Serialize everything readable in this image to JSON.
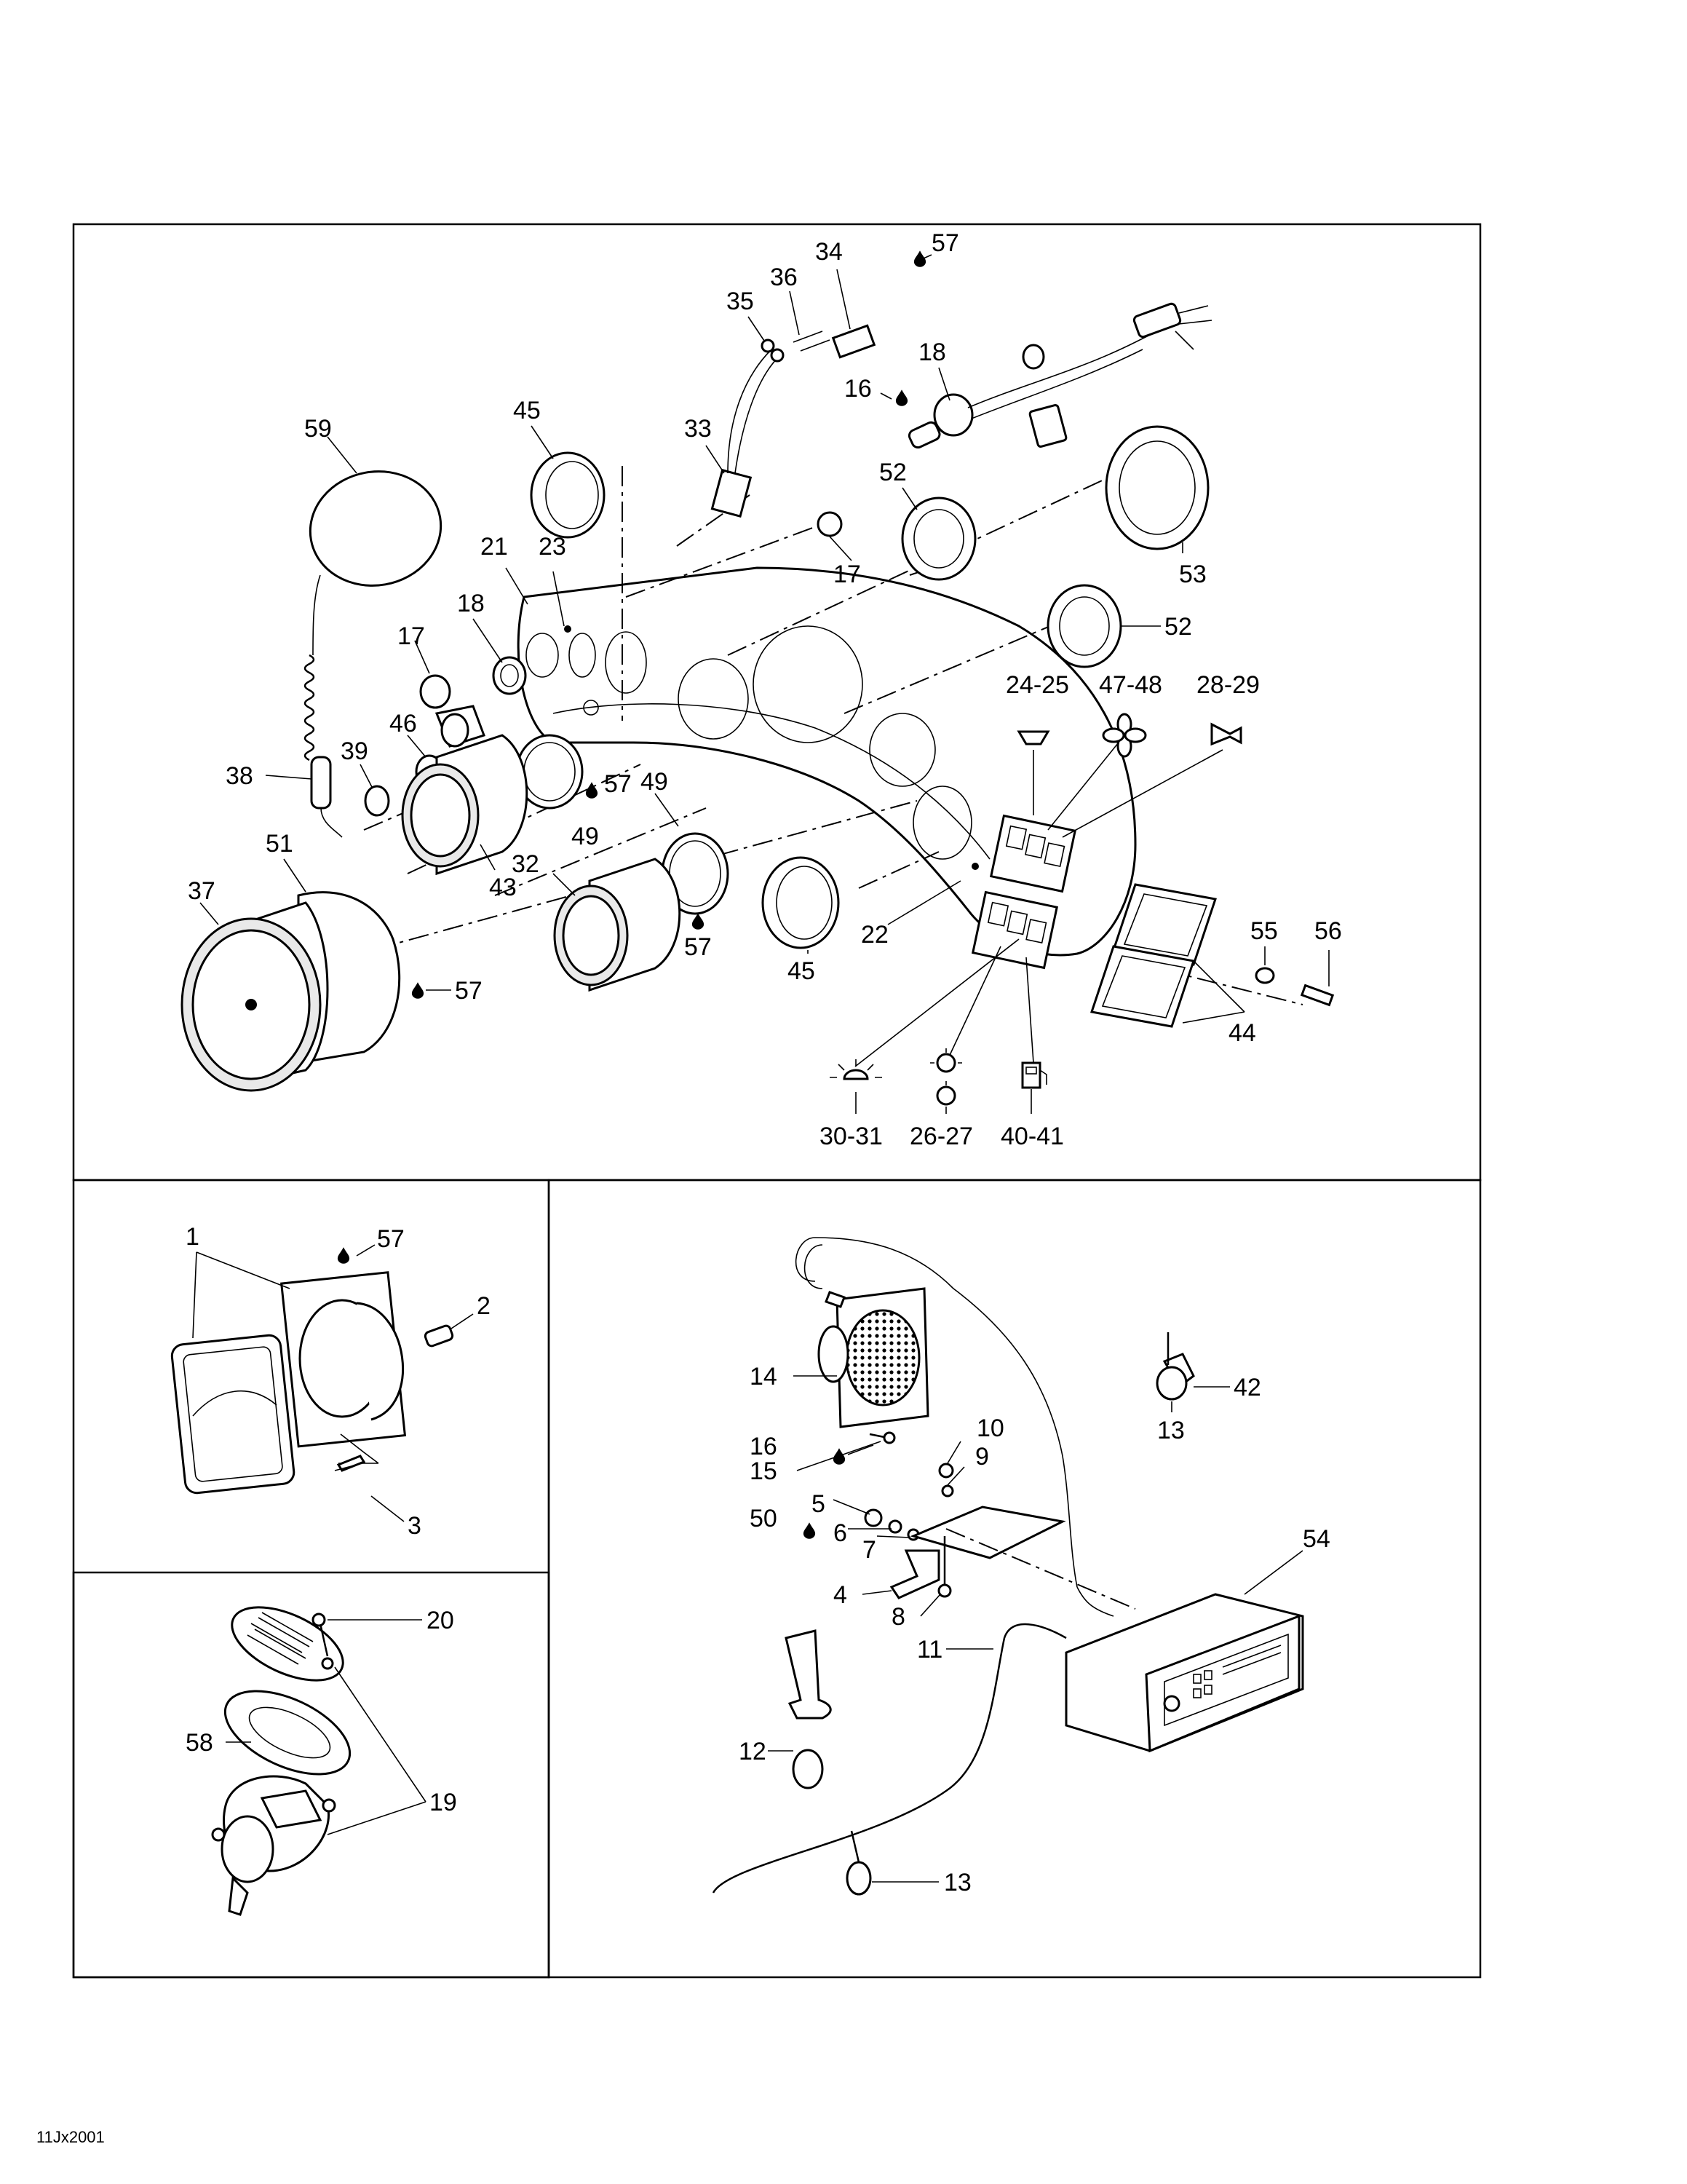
{
  "footer": {
    "code": "11Jx2001"
  },
  "callouts": {
    "top": [
      "57",
      "34",
      "36",
      "35",
      "18",
      "16",
      "33",
      "45",
      "59",
      "52",
      "53",
      "21",
      "23",
      "17",
      "17",
      "18",
      "52",
      "24-25",
      "47-48",
      "28-29",
      "46",
      "39",
      "38",
      "57",
      "49",
      "49",
      "51",
      "37",
      "43",
      "32",
      "57",
      "57",
      "22",
      "55",
      "56",
      "44",
      "45",
      "30-31",
      "26-27",
      "40-41"
    ],
    "left_upper": [
      "1",
      "57",
      "2",
      "3"
    ],
    "left_lower": [
      "20",
      "58",
      "19"
    ],
    "right": [
      "14",
      "10",
      "9",
      "16",
      "15",
      "5",
      "50",
      "6",
      "7",
      "42",
      "13",
      "54",
      "4",
      "8",
      "11",
      "12",
      "13"
    ]
  },
  "icons": {
    "drop": "lubricant-drop-icon",
    "light": "light-icon",
    "fan": "blower-fan-icon",
    "horn": "horn-icon",
    "bilge": "bilge-pump-icon",
    "fuel": "fuel-pump-icon",
    "nav": "navigation-light-icon"
  }
}
